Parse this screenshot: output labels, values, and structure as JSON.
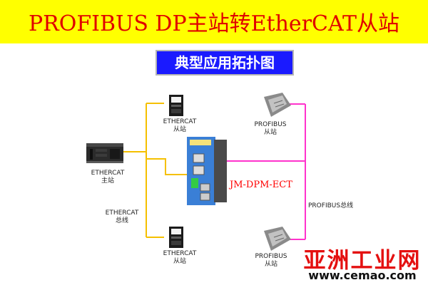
{
  "title": "PROFIBUS DP主站转EtherCAT从站",
  "subtitle": "典型应用拓扑图",
  "device_model": "JM-DPM-ECT",
  "nodes": {
    "master": {
      "line1": "ETHERCAT",
      "line2": "主站"
    },
    "slave_top": {
      "line1": "ETHERCAT",
      "line2": "从站"
    },
    "slave_bottom": {
      "line1": "ETHERCAT",
      "line2": "从站"
    },
    "profibus_top": {
      "line1": "PROFIBUS",
      "line2": "从站"
    },
    "profibus_bottom": {
      "line1": "PROFIBUS",
      "line2": "从站"
    }
  },
  "bus_labels": {
    "ethercat": {
      "line1": "ETHERCAT",
      "line2": "总线"
    },
    "profibus": "PROFIBUS总线"
  },
  "colors": {
    "banner_bg": "#ffff00",
    "title_text": "#e00000",
    "subtitle_bg": "#1a1aff",
    "ethercat_line": "#f5c000",
    "profibus_line": "#ff33cc",
    "device_model": "#ff0000"
  },
  "watermark": {
    "main": "亚洲工业网",
    "url": "www.cemao.com"
  }
}
